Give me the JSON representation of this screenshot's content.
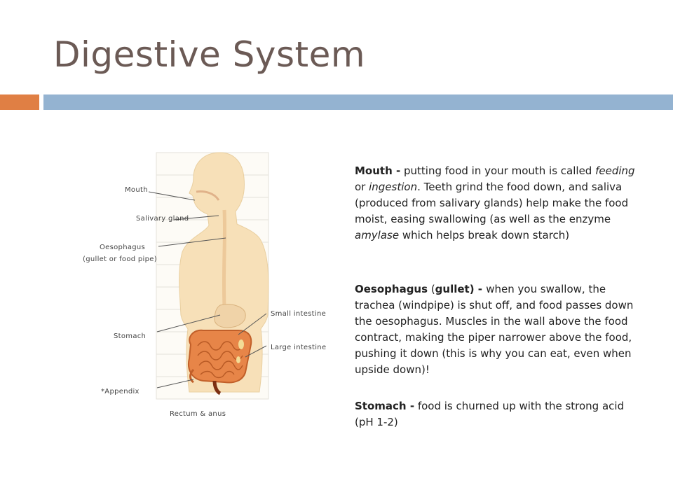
{
  "slide": {
    "title": "Digestive System",
    "accent_orange": "#e07f44",
    "accent_blue": "#94b3d1"
  },
  "diagram": {
    "labels": {
      "mouth": "Mouth",
      "salivary": "Salivary gland",
      "oesophagus": "Oesophagus",
      "oesophagus_sub": "(gullet or food pipe)",
      "stomach": "Stomach",
      "appendix": "*Appendix",
      "rectum": "Rectum & anus",
      "small_intestine": "Small intestine",
      "large_intestine": "Large intestine"
    }
  },
  "content": {
    "mouth": {
      "term": "Mouth -",
      "t1": " putting food in your mouth is called ",
      "em1": "feeding",
      "t2": " or ",
      "em2": "ingestion",
      "t3": ". Teeth grind the food down, and saliva (produced from salivary glands) help make the food moist, easing swallowing (as well as the enzyme ",
      "em3": "amylase",
      "t4": " which helps break down starch)"
    },
    "oesophagus": {
      "term": "Oesophagus",
      "t1": " (",
      "term2": "gullet",
      "t2": ") - ",
      "t3": "when you swallow, the trachea (windpipe) is shut off, and food passes down the oesophagus. Muscles in the wall above the food contract, making the piper narrower above the food, pushing it down (this is why you can eat, even when upside down)!"
    },
    "stomach": {
      "term": "Stomach -",
      "t1": " food is churned up with the strong acid (pH 1-2)"
    }
  }
}
